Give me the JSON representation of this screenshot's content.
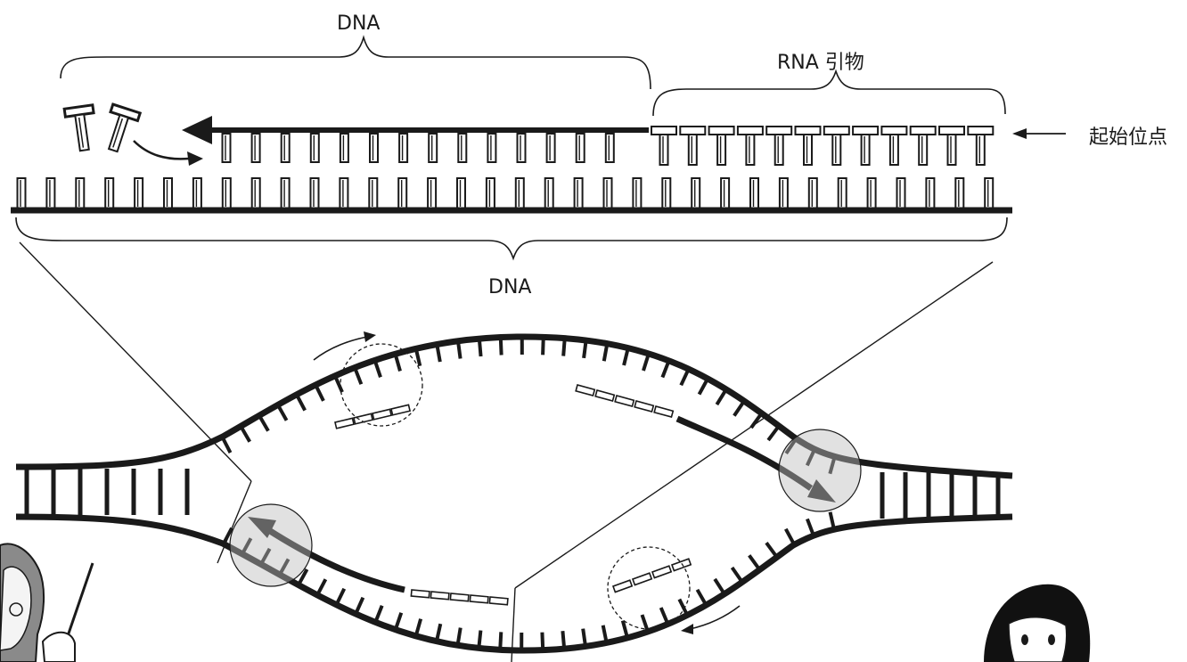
{
  "labels": {
    "dna_top": "DNA",
    "rna_primer": "RNA 引物",
    "origin": "起始位点",
    "dna_bottom": "DNA"
  },
  "colors": {
    "ink": "#1a1a1a",
    "background": "#ffffff",
    "bubble_fill": "#d9d9d9"
  },
  "diagram": {
    "top_panel": {
      "template_strand_teeth": 34,
      "new_strand_teeth_dna": 14,
      "primer_units": 12,
      "free_nucleotides": 2
    }
  }
}
